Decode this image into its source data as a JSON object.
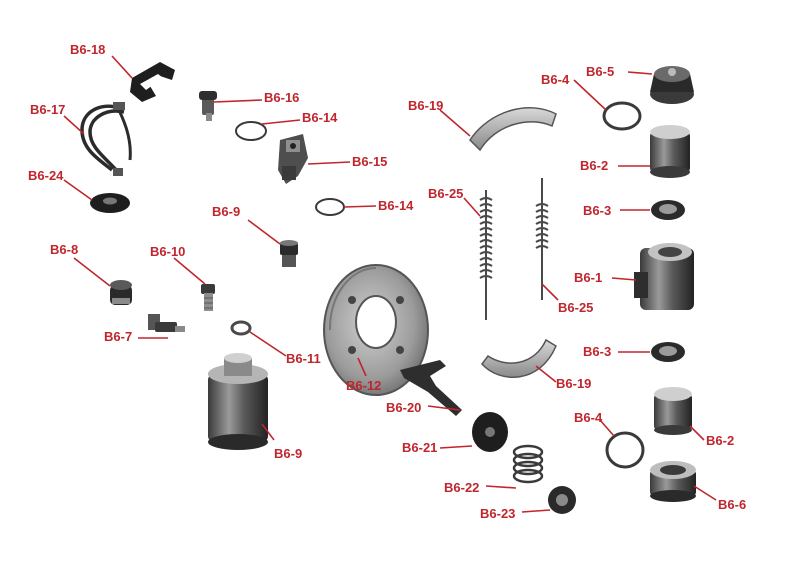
{
  "colors": {
    "label": "#c0262d",
    "leader": "#c0262d",
    "part_dark": "#2b2b2b",
    "part_mid": "#7a7a7a",
    "part_light": "#c8c8c8"
  },
  "labels": {
    "b6_18": "B6-18",
    "b6_17": "B6-17",
    "b6_24": "B6-24",
    "b6_16": "B6-16",
    "b6_14_top": "B6-14",
    "b6_15": "B6-15",
    "b6_14_mid": "B6-14",
    "b6_9_top": "B6-9",
    "b6_8": "B6-8",
    "b6_10": "B6-10",
    "b6_7": "B6-7",
    "b6_11": "B6-11",
    "b6_9_bottom": "B6-9",
    "b6_12": "B6-12",
    "b6_19_top": "B6-19",
    "b6_25_left": "B6-25",
    "b6_25_right": "B6-25",
    "b6_19_bottom": "B6-19",
    "b6_20": "B6-20",
    "b6_21": "B6-21",
    "b6_22": "B6-22",
    "b6_23": "B6-23",
    "b6_5": "B6-5",
    "b6_4_top": "B6-4",
    "b6_2_top": "B6-2",
    "b6_3_top": "B6-3",
    "b6_1": "B6-1",
    "b6_3_bottom": "B6-3",
    "b6_4_bottom": "B6-4",
    "b6_2_bottom": "B6-2",
    "b6_6": "B6-6"
  }
}
